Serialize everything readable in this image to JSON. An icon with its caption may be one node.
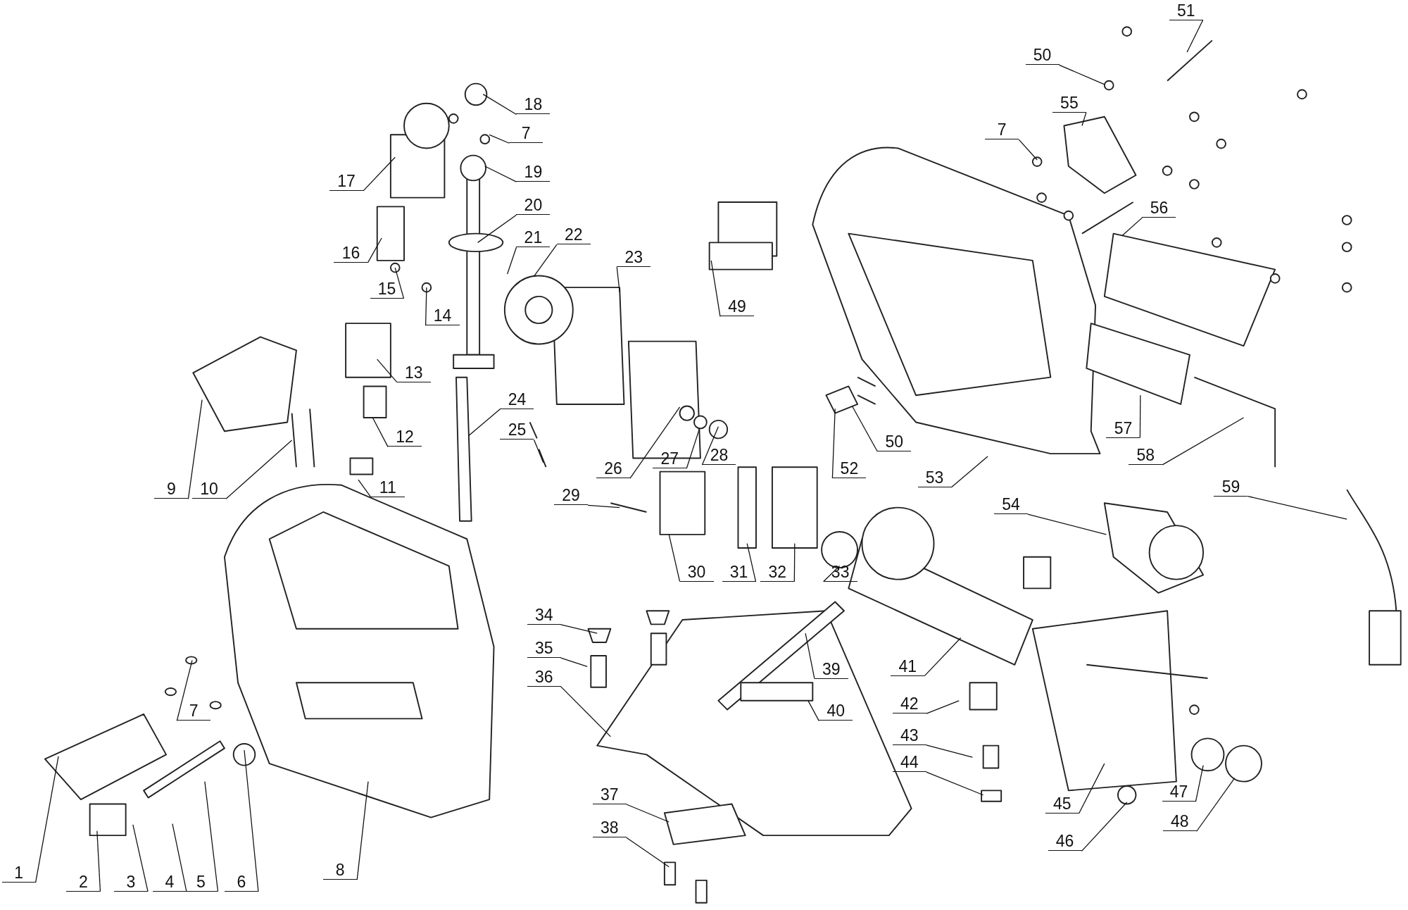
{
  "diagram": {
    "nodes": [
      {
        "text": [
          "1"
        ]
      },
      {
        "text": [
          "2"
        ]
      },
      {
        "text": [
          "3"
        ]
      },
      {
        "text": [
          "4"
        ]
      },
      {
        "text": [
          "5"
        ]
      },
      {
        "text": [
          "6"
        ]
      },
      {
        "text": [
          "7"
        ]
      },
      {
        "text": [
          "7"
        ]
      },
      {
        "text": [
          "7"
        ]
      },
      {
        "text": [
          "8"
        ]
      },
      {
        "text": [
          "9"
        ]
      },
      {
        "text": [
          "10"
        ]
      },
      {
        "text": [
          "11"
        ]
      },
      {
        "text": [
          "12"
        ]
      },
      {
        "text": [
          "13"
        ]
      },
      {
        "text": [
          "14"
        ]
      },
      {
        "text": [
          "15"
        ]
      },
      {
        "text": [
          "16"
        ]
      },
      {
        "text": [
          "17"
        ]
      },
      {
        "text": [
          "18"
        ]
      },
      {
        "text": [
          "19"
        ]
      },
      {
        "text": [
          "20"
        ]
      },
      {
        "text": [
          "21"
        ]
      },
      {
        "text": [
          "22"
        ]
      },
      {
        "text": [
          "23"
        ]
      },
      {
        "text": [
          "24"
        ]
      },
      {
        "text": [
          "25"
        ]
      },
      {
        "text": [
          "26"
        ]
      },
      {
        "text": [
          "27"
        ]
      },
      {
        "text": [
          "28"
        ]
      },
      {
        "text": [
          "29"
        ]
      },
      {
        "text": [
          "30"
        ]
      },
      {
        "text": [
          "31"
        ]
      },
      {
        "text": [
          "32"
        ]
      },
      {
        "text": [
          "33"
        ]
      },
      {
        "text": [
          "34"
        ]
      },
      {
        "text": [
          "35"
        ]
      },
      {
        "text": [
          "36"
        ]
      },
      {
        "text": [
          "37"
        ]
      },
      {
        "text": [
          "38"
        ]
      },
      {
        "text": [
          "39"
        ]
      },
      {
        "text": [
          "40"
        ]
      },
      {
        "text": [
          "41"
        ]
      },
      {
        "text": [
          "42"
        ]
      },
      {
        "text": [
          "43"
        ]
      },
      {
        "text": [
          "44"
        ]
      },
      {
        "text": [
          "45"
        ]
      },
      {
        "text": [
          "46"
        ]
      },
      {
        "text": [
          "47"
        ]
      },
      {
        "text": [
          "48"
        ]
      },
      {
        "text": [
          "49"
        ]
      },
      {
        "text": [
          "50"
        ]
      },
      {
        "text": [
          "50"
        ]
      },
      {
        "text": [
          "51"
        ]
      },
      {
        "text": [
          "52"
        ]
      },
      {
        "text": [
          "53"
        ]
      },
      {
        "text": [
          "54"
        ]
      },
      {
        "text": [
          "55"
        ]
      },
      {
        "text": [
          "56"
        ]
      },
      {
        "text": [
          "57"
        ]
      },
      {
        "text": [
          "58"
        ]
      },
      {
        "text": [
          "59"
        ]
      }
    ],
    "edges": [
      {
        "from": 0,
        "to": null,
        "arrow": "none"
      },
      {
        "from": 1,
        "to": null,
        "arrow": "none"
      },
      {
        "from": 2,
        "to": null,
        "arrow": "none"
      },
      {
        "from": 3,
        "to": null,
        "arrow": "none"
      },
      {
        "from": 4,
        "to": null,
        "arrow": "none"
      },
      {
        "from": 5,
        "to": null,
        "arrow": "none"
      },
      {
        "from": 6,
        "to": null,
        "arrow": "none"
      },
      {
        "from": 7,
        "to": null,
        "arrow": "none"
      },
      {
        "from": 8,
        "to": null,
        "arrow": "none"
      },
      {
        "from": 9,
        "to": null,
        "arrow": "none"
      },
      {
        "from": 10,
        "to": null,
        "arrow": "none"
      },
      {
        "from": 11,
        "to": null,
        "arrow": "none"
      },
      {
        "from": 12,
        "to": null,
        "arrow": "none"
      },
      {
        "from": 13,
        "to": null,
        "arrow": "none"
      },
      {
        "from": 14,
        "to": null,
        "arrow": "none"
      },
      {
        "from": 15,
        "to": null,
        "arrow": "none"
      },
      {
        "from": 16,
        "to": null,
        "arrow": "none"
      },
      {
        "from": 17,
        "to": null,
        "arrow": "none"
      },
      {
        "from": 18,
        "to": null,
        "arrow": "none"
      },
      {
        "from": 19,
        "to": null,
        "arrow": "none"
      },
      {
        "from": 20,
        "to": null,
        "arrow": "none"
      },
      {
        "from": 21,
        "to": null,
        "arrow": "none"
      },
      {
        "from": 22,
        "to": null,
        "arrow": "none"
      },
      {
        "from": 23,
        "to": null,
        "arrow": "none"
      },
      {
        "from": 24,
        "to": null,
        "arrow": "none"
      },
      {
        "from": 25,
        "to": null,
        "arrow": "none"
      },
      {
        "from": 26,
        "to": null,
        "arrow": "none"
      },
      {
        "from": 27,
        "to": null,
        "arrow": "none"
      },
      {
        "from": 28,
        "to": null,
        "arrow": "none"
      },
      {
        "from": 29,
        "to": null,
        "arrow": "none"
      },
      {
        "from": 30,
        "to": null,
        "arrow": "none"
      },
      {
        "from": 31,
        "to": null,
        "arrow": "none"
      },
      {
        "from": 32,
        "to": null,
        "arrow": "none"
      },
      {
        "from": 33,
        "to": null,
        "arrow": "none"
      },
      {
        "from": 34,
        "to": null,
        "arrow": "none"
      },
      {
        "from": 35,
        "to": null,
        "arrow": "none"
      },
      {
        "from": 36,
        "to": null,
        "arrow": "none"
      },
      {
        "from": 37,
        "to": null,
        "arrow": "none"
      },
      {
        "from": 38,
        "to": null,
        "arrow": "none"
      },
      {
        "from": 39,
        "to": null,
        "arrow": "none"
      },
      {
        "from": 40,
        "to": null,
        "arrow": "none"
      },
      {
        "from": 41,
        "to": null,
        "arrow": "none"
      },
      {
        "from": 42,
        "to": null,
        "arrow": "none"
      },
      {
        "from": 43,
        "to": null,
        "arrow": "none"
      },
      {
        "from": 44,
        "to": null,
        "arrow": "none"
      },
      {
        "from": 45,
        "to": null,
        "arrow": "none"
      },
      {
        "from": 46,
        "to": null,
        "arrow": "none"
      },
      {
        "from": 47,
        "to": null,
        "arrow": "none"
      },
      {
        "from": 48,
        "to": null,
        "arrow": "none"
      },
      {
        "from": 49,
        "to": null,
        "arrow": "none"
      },
      {
        "from": 50,
        "to": null,
        "arrow": "none"
      },
      {
        "from": 51,
        "to": null,
        "arrow": "none"
      },
      {
        "from": 52,
        "to": null,
        "arrow": "none"
      },
      {
        "from": 53,
        "to": null,
        "arrow": "none"
      },
      {
        "from": 54,
        "to": null,
        "arrow": "none"
      },
      {
        "from": 55,
        "to": null,
        "arrow": "none"
      },
      {
        "from": 56,
        "to": null,
        "arrow": "none"
      },
      {
        "from": 57,
        "to": null,
        "arrow": "none"
      },
      {
        "from": 58,
        "to": null,
        "arrow": "none"
      },
      {
        "from": 59,
        "to": null,
        "arrow": "none"
      },
      {
        "from": 60,
        "to": null,
        "arrow": "none"
      },
      {
        "from": 61,
        "to": null,
        "arrow": "none"
      }
    ]
  }
}
